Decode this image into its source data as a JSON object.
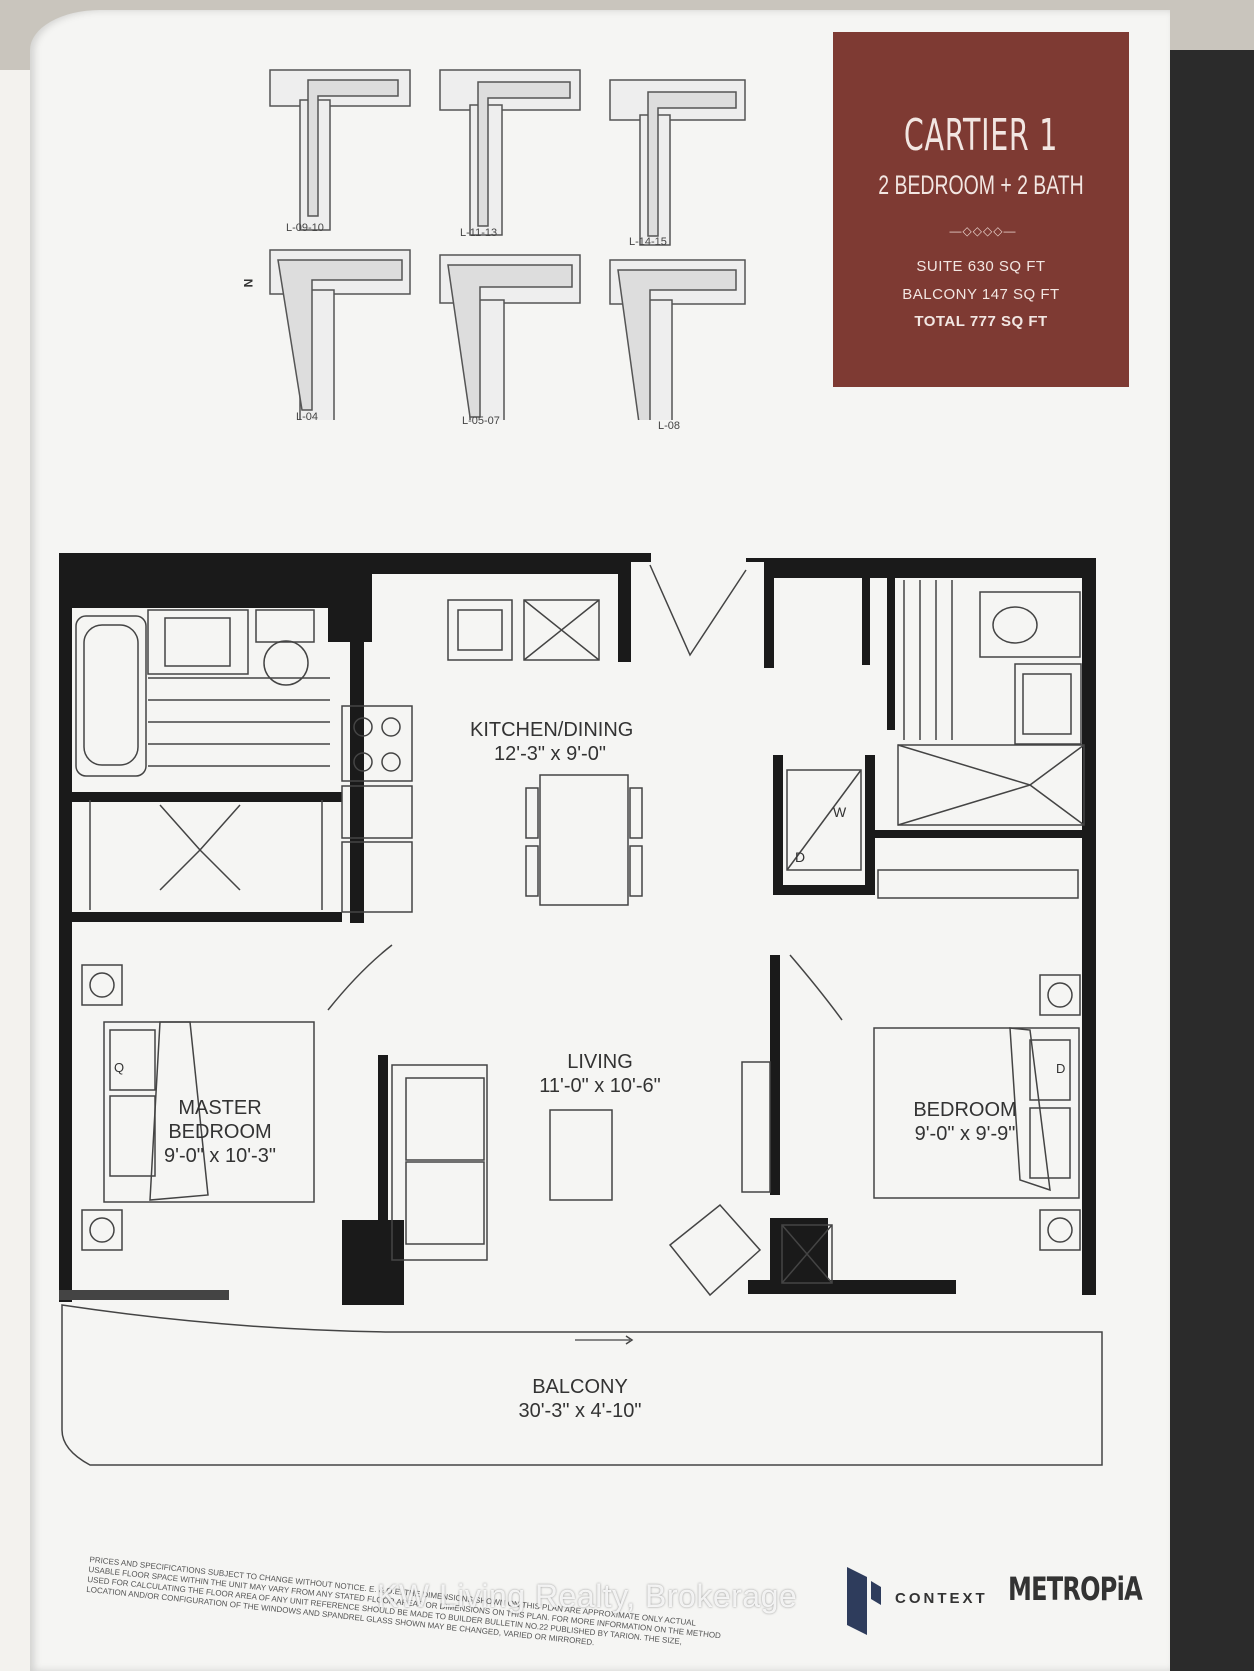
{
  "brochure": {
    "title": "CARTIER 1",
    "subtitle": "2 BEDROOM + 2 BATH",
    "suite": "SUITE 630 SQ FT",
    "balcony": "BALCONY 147 SQ FT",
    "total": "TOTAL 777 SQ FT",
    "accent_color": "#7e3a33"
  },
  "keyplans": {
    "north": "N",
    "labels": [
      "L-09-10",
      "L-11-13",
      "L-14-15",
      "L-04",
      "L-05-07",
      "L-08"
    ]
  },
  "rooms": {
    "kitchen_name": "KITCHEN/DINING",
    "kitchen_size": "12'-3\" x 9'-0\"",
    "living_name": "LIVING",
    "living_size": "11'-0\" x 10'-6\"",
    "master_name_1": "MASTER",
    "master_name_2": "BEDROOM",
    "master_size": "9'-0\" x 10'-3\"",
    "bedroom_name": "BEDROOM",
    "bedroom_size": "9'-0\" x 9'-9\"",
    "balcony_name": "BALCONY",
    "balcony_size": "30'-3\" x 4'-10\"",
    "washer": "W",
    "dryer": "D",
    "bed_q": "Q",
    "bed_d": "D"
  },
  "footer": {
    "disclaimer": "PRICES AND SPECIFICATIONS SUBJECT TO CHANGE WITHOUT NOTICE. E. & O.E. THE DIMENSIONS SHOWN ON THIS PLAN ARE APPROXIMATE ONLY ACTUAL USABLE FLOOR SPACE WITHIN THE UNIT MAY VARY FROM ANY STATED FLOOR AREAS OR DIMENSIONS ON THIS PLAN. FOR MORE INFORMATION ON THE METHOD USED FOR CALCULATING THE FLOOR AREA OF ANY UNIT REFERENCE SHOULD BE MADE TO BUILDER BULLETIN NO.22 PUBLISHED BY TARION. THE SIZE, LOCATION AND/OR CONFIGURATION OF THE WINDOWS AND SPANDREL GLASS SHOWN MAY BE CHANGED, VARIED OR MIRRORED.",
    "context_logo": "CONTEXT",
    "metropia_logo": "METROPiA",
    "watermark": "KW Living Realty, Brokerage"
  }
}
